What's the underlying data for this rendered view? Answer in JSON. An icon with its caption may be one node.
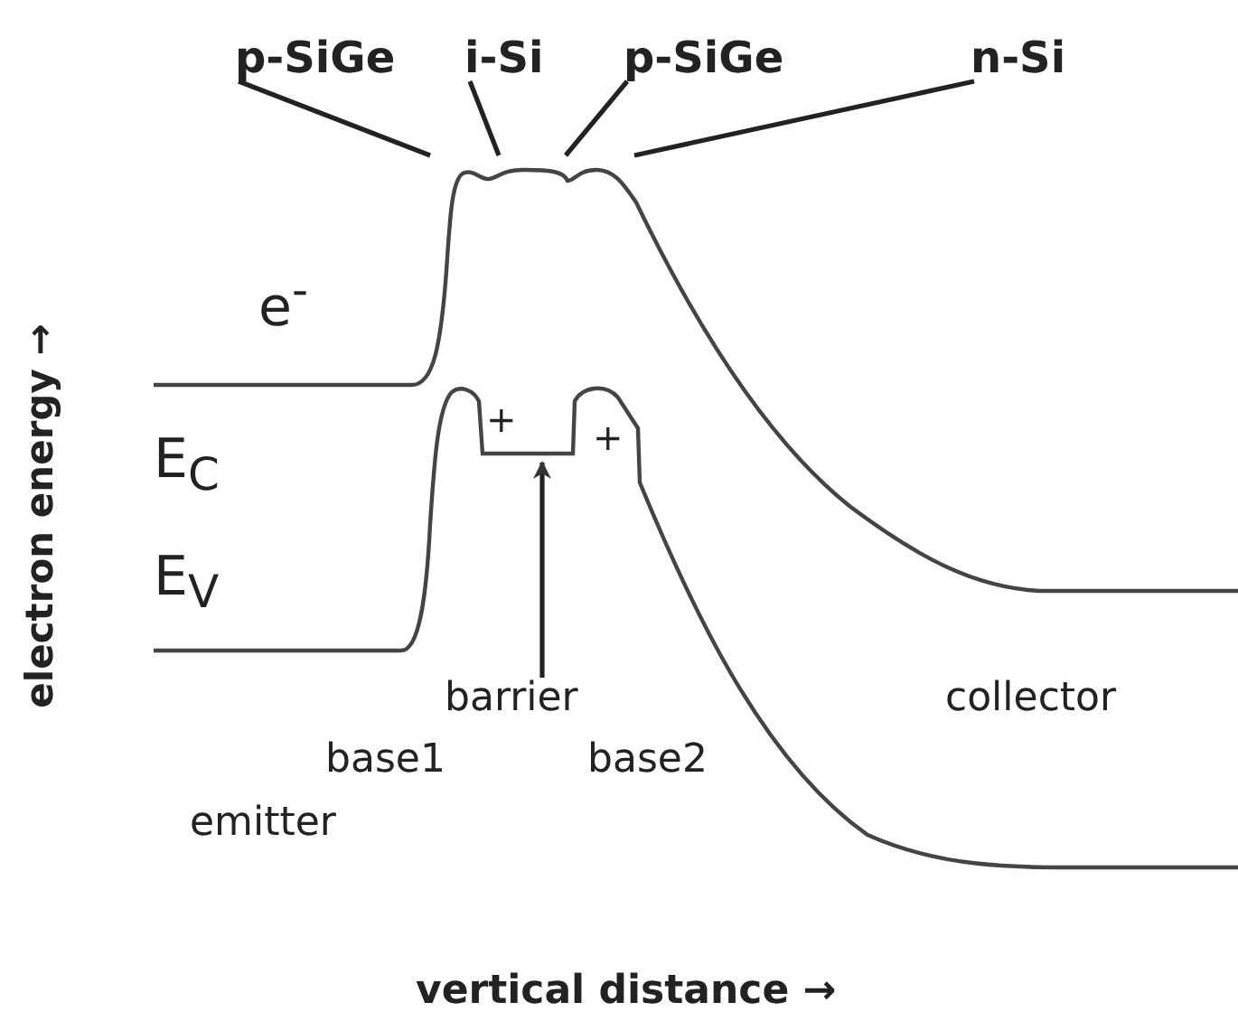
{
  "diagram": {
    "nodes": [
      {
        "text": [
          "p-SiGe"
        ]
      },
      {
        "text": [
          "i-Si"
        ]
      },
      {
        "text": [
          "p-SiGe"
        ]
      },
      {
        "text": [
          "n-Si"
        ]
      },
      {
        "text": [
          "barrier"
        ]
      }
    ],
    "edges": [
      {
        "from": 0,
        "to": null,
        "arrow": "none"
      },
      {
        "from": 1,
        "to": null,
        "arrow": "none"
      },
      {
        "from": 2,
        "to": null,
        "arrow": "none"
      },
      {
        "from": 3,
        "to": null,
        "arrow": "none"
      },
      {
        "from": 4,
        "to": null,
        "arrow": "to"
      }
    ],
    "labels": [
      "e$^{-}$",
      "E$_{C}$",
      "+",
      "+",
      "E$_{V}$",
      "base1",
      "base2",
      "collector",
      "emitter",
      "electron energy →",
      "vertical distance →"
    ]
  }
}
